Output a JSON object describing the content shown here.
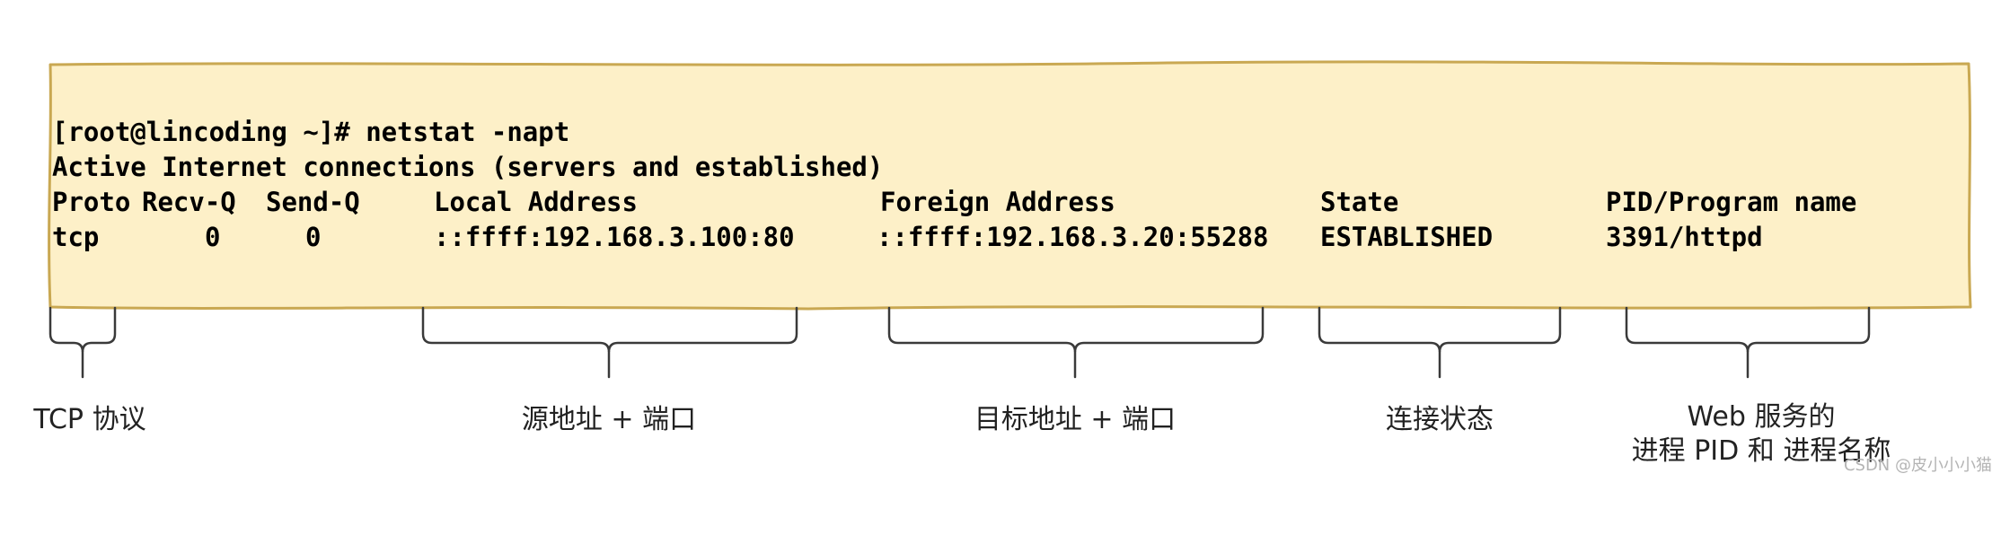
{
  "terminal": {
    "background_color": "#fdf0c8",
    "border_color": "#c9a852",
    "prompt_line": "[root@lincoding ~]# netstat -napt",
    "info_line": "Active Internet connections (servers and established)",
    "headers": {
      "proto": "Proto",
      "recv_q": "Recv-Q",
      "send_q": "Send-Q",
      "local_address": "Local Address",
      "foreign_address": "Foreign Address",
      "state": "State",
      "pid_program": "PID/Program name"
    },
    "row": {
      "proto": "tcp",
      "recv_q": "0",
      "send_q": "0",
      "local_address": "::ffff:192.168.3.100:80",
      "foreign_address": "::ffff:192.168.3.20:55288",
      "state": "ESTABLISHED",
      "pid_program": "3391/httpd"
    }
  },
  "captions": {
    "tcp_protocol": "TCP 协议",
    "source": "源地址 + 端口",
    "destination": "目标地址 + 端口",
    "connection_state": "连接状态",
    "web_service_line1": "Web 服务的",
    "web_service_line2": "进程 PID 和 进程名称"
  },
  "watermark": "CSDN @皮小小小猫"
}
